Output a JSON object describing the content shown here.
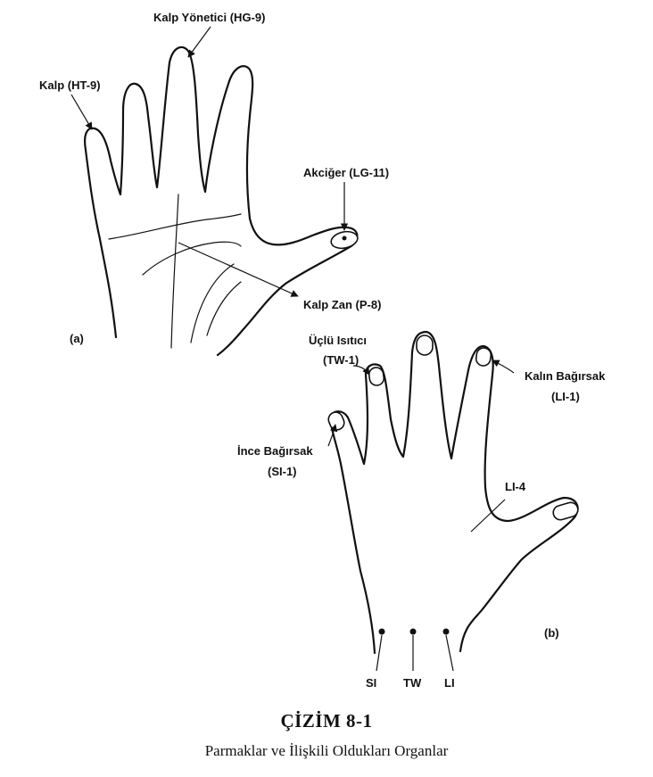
{
  "labels": {
    "hg9": "Kalp Yönetici (HG-9)",
    "ht9": "Kalp (HT-9)",
    "lg11": "Akciğer (LG-11)",
    "p8": "Kalp Zan (P-8)",
    "panel_a": "(a)",
    "tw1_line1": "Üçlü Isıtıcı",
    "tw1_line2": "(TW-1)",
    "li1_line1": "Kalın Bağırsak",
    "li1_line2": "(LI-1)",
    "si1_line1": "İnce Bağırsak",
    "si1_line2": "(SI-1)",
    "li4": "LI-4",
    "panel_b": "(b)",
    "wrist_si": "SI",
    "wrist_tw": "TW",
    "wrist_li": "LI"
  },
  "caption": {
    "title": "ÇİZİM 8-1",
    "subtitle": "Parmaklar ve İlişkili Oldukları Organlar"
  },
  "colors": {
    "ink": "#111111",
    "background": "#ffffff"
  }
}
